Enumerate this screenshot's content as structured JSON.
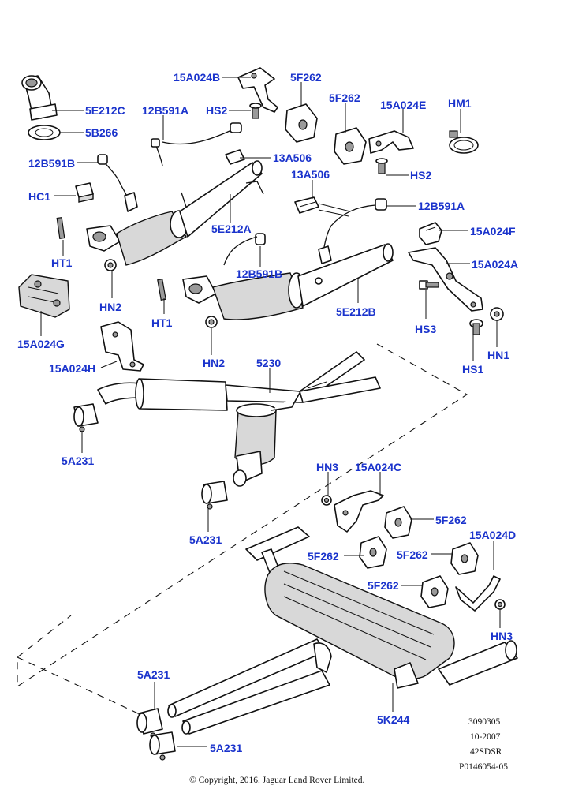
{
  "diagram": {
    "callouts": {
      "c15A024B": "15A024B",
      "c5F262a": "5F262",
      "c5E212C": "5E212C",
      "c12B591Aa": "12B591A",
      "cHS2a": "HS2",
      "c5B266": "5B266",
      "c5F262b": "5F262",
      "c15A024E": "15A024E",
      "cHM1": "HM1",
      "c12B591Ba": "12B591B",
      "c13A506a": "13A506",
      "c13A506b": "13A506",
      "cHS2b": "HS2",
      "cHC1": "HC1",
      "c5E212A": "5E212A",
      "c12B591Ab": "12B591A",
      "c15A024F": "15A024F",
      "cHT1a": "HT1",
      "c12B591Bb": "12B591B",
      "c15A024A": "15A024A",
      "cHN2a": "HN2",
      "c5E212B": "5E212B",
      "cHT1b": "HT1",
      "cHS3": "HS3",
      "c15A024G": "15A024G",
      "cHN1": "HN1",
      "cHN2b": "HN2",
      "cHS1": "HS1",
      "c15A024H": "15A024H",
      "c5230": "5230",
      "c5A231a": "5A231",
      "cHN3a": "HN3",
      "c15A024C": "15A024C",
      "c5F262c": "5F262",
      "c5A231b": "5A231",
      "c15A024D": "15A024D",
      "c5F262d": "5F262",
      "c5F262e": "5F262",
      "c5F262f": "5F262",
      "cHN3b": "HN3",
      "c5A231c": "5A231",
      "c5K244": "5K244",
      "c5A231d": "5A231"
    },
    "reference": {
      "code": "3090305",
      "date": "10-2007",
      "model": "42SDSR",
      "illustration": "P0146054-05"
    },
    "copyright": "© Copyright, 2016. Jaguar Land Rover Limited."
  },
  "colors": {
    "callout": "#1a33cc",
    "line": "#111111",
    "shade": "#d8d8d8"
  }
}
